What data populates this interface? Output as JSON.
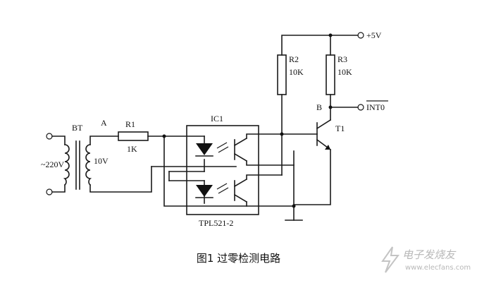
{
  "labels": {
    "bt": "BT",
    "node_a": "A",
    "r1": "R1",
    "r1_value": "1K",
    "voltage_in": "~220V",
    "voltage_out": "10V",
    "ic1": "IC1",
    "ic_part": "TPL521-2",
    "r2": "R2",
    "r2_value": "10K",
    "r3": "R3",
    "r3_value": "10K",
    "supply": "+5V",
    "node_b": "B",
    "int0": "INT0",
    "t1": "T1"
  },
  "caption": "图1 过零检测电路",
  "watermark": {
    "name": "电子发烧友",
    "url": "www.elecfans.com"
  }
}
